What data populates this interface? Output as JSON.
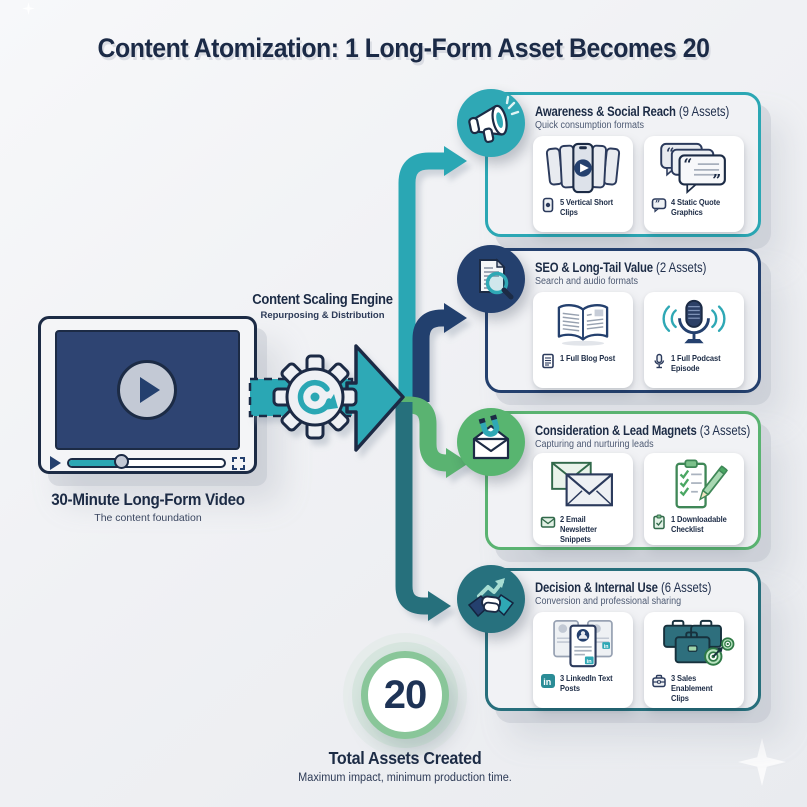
{
  "title": "Content Atomization: 1 Long-Form Asset Becomes 20",
  "source": {
    "label": "30-Minute Long-Form Video",
    "sublabel": "The content foundation",
    "icon": "play-icon"
  },
  "engine": {
    "label": "Content Scaling Engine",
    "sublabel": "Repurposing & Distribution",
    "icon": "gear-sync-icon"
  },
  "colors": {
    "ink": "#1c2b45",
    "teal": "#2ba7b4",
    "navy": "#24406e",
    "green": "#5ab371",
    "dark_teal": "#276f7c"
  },
  "categories": [
    {
      "name": "Awareness & Social Reach",
      "count": "(9 Assets)",
      "subtitle": "Quick consumption formats",
      "icon": "megaphone-icon",
      "accent": "#2ba7b4",
      "items": [
        {
          "label": "5 Vertical Short Clips",
          "icon": "phone-icon",
          "illustration": "vertical-phone-stack"
        },
        {
          "label": "4 Static Quote Graphics",
          "icon": "quote-bubble-icon",
          "illustration": "quote-cards"
        }
      ]
    },
    {
      "name": "SEO & Long-Tail Value",
      "count": "(2 Assets)",
      "subtitle": "Search and audio formats",
      "icon": "document-search-icon",
      "accent": "#24406e",
      "items": [
        {
          "label": "1 Full Blog Post",
          "icon": "document-icon",
          "illustration": "open-book"
        },
        {
          "label": "1 Full Podcast Episode",
          "icon": "microphone-icon",
          "illustration": "microphone-waves"
        }
      ]
    },
    {
      "name": "Consideration & Lead Magnets",
      "count": "(3 Assets)",
      "subtitle": "Capturing and nurturing leads",
      "icon": "envelope-magnet-icon",
      "accent": "#5ab371",
      "items": [
        {
          "label": "2 Email Newsletter Snippets",
          "icon": "envelope-icon",
          "illustration": "envelopes"
        },
        {
          "label": "1 Downloadable Checklist",
          "icon": "clipboard-icon",
          "illustration": "checklist-pencil"
        }
      ]
    },
    {
      "name": "Decision & Internal Use",
      "count": "(6 Assets)",
      "subtitle": "Conversion and professional sharing",
      "icon": "handshake-icon",
      "accent": "#276f7c",
      "items": [
        {
          "label": "3 LinkedIn Text Posts",
          "icon": "linkedin-icon",
          "illustration": "linkedin-cards"
        },
        {
          "label": "3 Sales Enablement Clips",
          "icon": "briefcase-icon",
          "illustration": "briefcases-targets"
        }
      ]
    }
  ],
  "total": {
    "value": "20",
    "label": "Total Assets Created",
    "sublabel": "Maximum impact, minimum production time."
  }
}
